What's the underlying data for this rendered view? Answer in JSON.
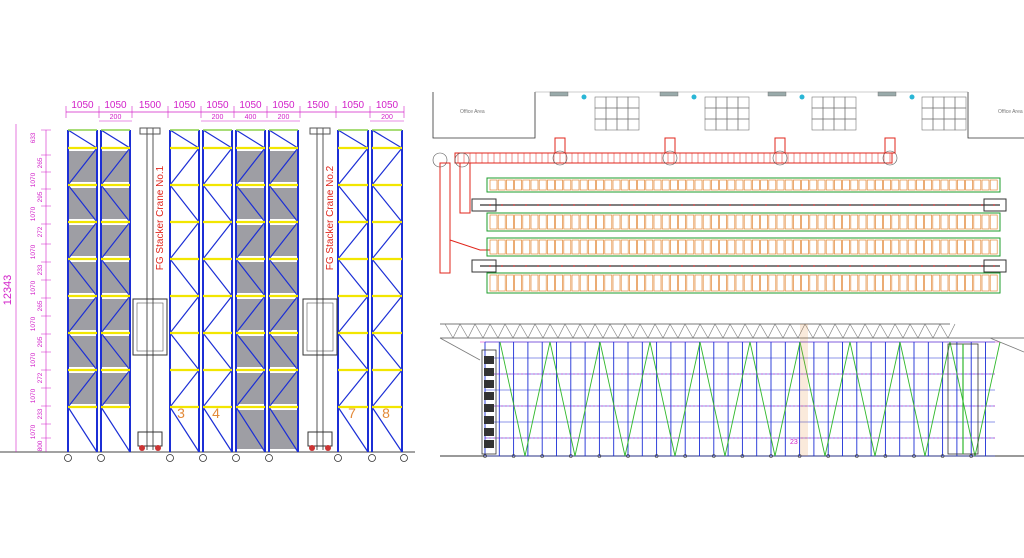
{
  "left_elevation": {
    "top_dims": [
      "1050",
      "1050",
      "1500",
      "1050",
      "1050",
      "1050",
      "1050",
      "1500",
      "1050",
      "1050"
    ],
    "sub_dims": [
      "200",
      "200",
      "400",
      "200",
      "200"
    ],
    "total_height": "12343",
    "side_dims": [
      "633",
      "265",
      "1070",
      "295",
      "1070",
      "272",
      "1070",
      "233",
      "1070",
      "265",
      "1070",
      "295",
      "1070",
      "272",
      "1070",
      "233",
      "1070",
      "800"
    ],
    "crane1_label": "FG Stacker Crane No.1",
    "crane2_label": "FG Stacker Crane No.2",
    "rack_numbers": [
      "3",
      "4",
      "7",
      "8"
    ],
    "colors": {
      "upright": "#1c2fd6",
      "beam": "#f2e600",
      "pallet": "#7d7d86",
      "dim": "#d21fc9",
      "crane_text": "#e0251b"
    }
  },
  "right_plan": {
    "office_label_left": "Office Area",
    "office_label_right": "Office Area",
    "colors": {
      "conveyor": "#e0251b",
      "rack": "#e38a3a",
      "rail": "#1d9c2b",
      "wall": "#333333"
    }
  },
  "right_section": {
    "dim_label": "23",
    "colors": {
      "frame": "#1c2fd6",
      "brace": "#2fb82a",
      "roof": "#7a7a7a",
      "dim": "#d21fc9"
    }
  }
}
